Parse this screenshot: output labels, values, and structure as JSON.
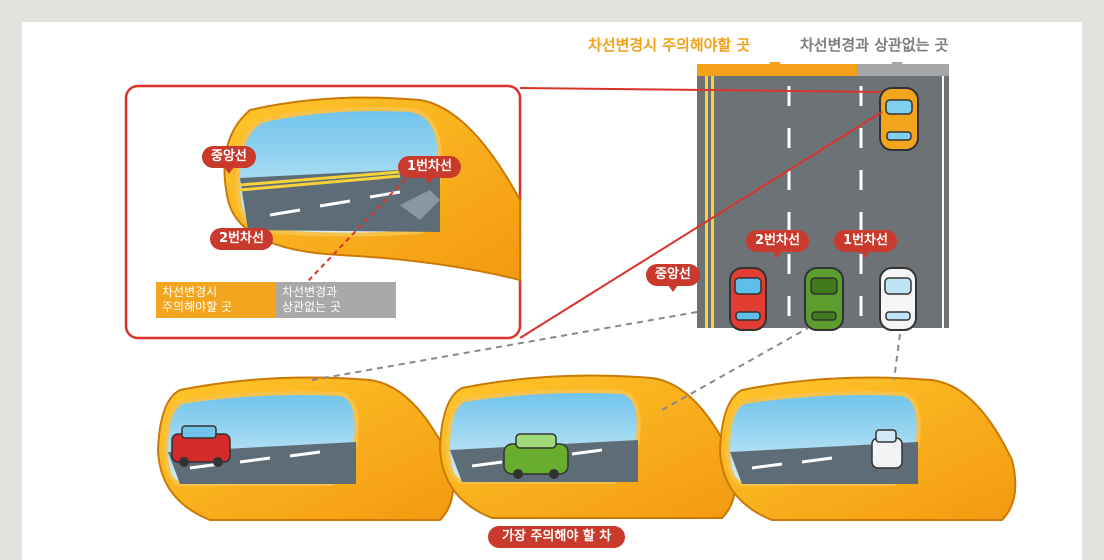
{
  "header": {
    "caution_zone_label": "차선변경시 주의해야할 곳",
    "safe_zone_label": "차선변경과 상관없는 곳"
  },
  "road_labels": {
    "center_line": "중앙선",
    "lane_2": "2번차선",
    "lane_1": "1번차선"
  },
  "mirror_labels": {
    "center_line": "중앙선",
    "lane_1": "1번차선",
    "lane_2": "2번차선"
  },
  "legend": {
    "caution_line1": "차선변경시",
    "caution_line2": "주의해야할 곳",
    "safe_line1": "차선변경과",
    "safe_line2": "상관없는 곳"
  },
  "bottom_caption": "가장 주의해야 할 차",
  "colors": {
    "accent_red": "#d9342b",
    "orange": "#f3a01a",
    "road": "#6e7478"
  }
}
